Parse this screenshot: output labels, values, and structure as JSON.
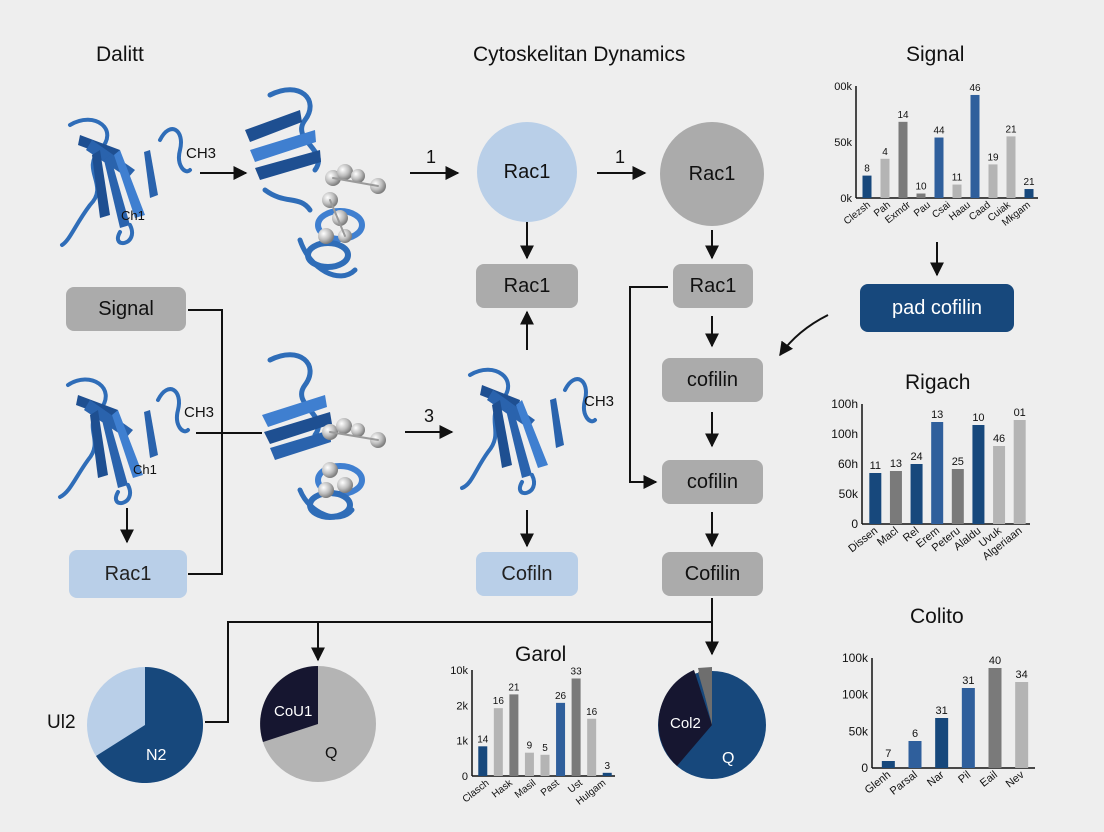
{
  "titles": {
    "left": "Dalitt",
    "center": "Cytoskelitan Dynamics",
    "signal_chart": "Signal",
    "rigach_chart": "Rigach",
    "colito_chart": "Colito",
    "garol_chart": "Garol"
  },
  "molecule_labels": {
    "top_ch3": "CH3",
    "top_ch1": "Ch1",
    "mid_ch3": "CH3",
    "mid_ch1": "Ch1",
    "right_ch3": "CH3"
  },
  "arrow_numbers": {
    "a1": "1",
    "a2": "1",
    "a3": "3"
  },
  "nodes": {
    "rac1_circle_light": "Rac1",
    "rac1_circle_grey": "Rac1",
    "rac1_center_box": "Rac1",
    "rac1_right_box": "Rac1",
    "signal_box": "Signal",
    "rac1_left_box": "Rac1",
    "cofilin_1": "cofilin",
    "cofilin_2": "cofilin",
    "cofilin_3": "Cofilin",
    "cofiln_center": "Cofiln",
    "pad_cofilin": "pad cofilin"
  },
  "pies": {
    "pie1": {
      "outer_label": "Ul2",
      "inner_label": "N2"
    },
    "pie2": {
      "inner_top": "CoU1",
      "inner_bottom": "Q"
    },
    "pie3": {
      "inner_left": "Col2",
      "inner_bottom": "Q"
    }
  },
  "colors": {
    "navy": "#17487c",
    "blue": "#2f5f9c",
    "grey": "#7a7a7a",
    "light_grey": "#b4b4b4",
    "light_blue": "#b9cfe8",
    "black": "#111111"
  },
  "chart_data": [
    {
      "type": "bar",
      "title": "Signal",
      "yticks": [
        "00k",
        "50k",
        "0k"
      ],
      "categories": [
        "Clezsh",
        "Pah",
        "Exmdr",
        "Pau",
        "Csai",
        "Haau",
        "Caad",
        "Cuiak",
        "Mkgam"
      ],
      "values": [
        20,
        35,
        68,
        4,
        54,
        12,
        92,
        30,
        55,
        8
      ],
      "data_labels": [
        "8",
        "4",
        "14",
        "10",
        "44",
        "11",
        "46",
        "19",
        "21",
        "21"
      ],
      "ylim": [
        0,
        100
      ]
    },
    {
      "type": "bar",
      "title": "Rigach",
      "yticks": [
        "100h",
        "100h",
        "60h",
        "50k",
        "0"
      ],
      "categories": [
        "Dissen",
        "Macl",
        "Rel",
        "Erem",
        "Peteru",
        "Alaldu",
        "Uvuk",
        "Algeriaan"
      ],
      "values": [
        51,
        53,
        60,
        102,
        55,
        99,
        78,
        104
      ],
      "data_labels": [
        "11",
        "13",
        "24",
        "13",
        "25",
        "10",
        "46",
        "01"
      ],
      "ylim": [
        0,
        120
      ]
    },
    {
      "type": "bar",
      "title": "Colito",
      "yticks": [
        "100k",
        "100k",
        "50k",
        "0"
      ],
      "categories": [
        "Glenh",
        "Parsal",
        "Nar",
        "Pil",
        "Eail",
        "Nev"
      ],
      "values": [
        7,
        27,
        50,
        80,
        100,
        86
      ],
      "data_labels": [
        "7",
        "6",
        "31",
        "31",
        "40",
        "34"
      ],
      "ylim": [
        0,
        110
      ]
    },
    {
      "type": "bar",
      "title": "Garol",
      "yticks": [
        "10k",
        "2k",
        "1k",
        "0"
      ],
      "categories": [
        "Clasch",
        "Hask",
        "Masil",
        "Past",
        "Ust",
        "Hulgam"
      ],
      "values": [
        28,
        64,
        77,
        22,
        20,
        69,
        92,
        54,
        3
      ],
      "data_labels": [
        "14",
        "16",
        "21",
        "9",
        "5",
        "26",
        "33",
        "16",
        "3"
      ],
      "ylim": [
        0,
        100
      ]
    }
  ]
}
